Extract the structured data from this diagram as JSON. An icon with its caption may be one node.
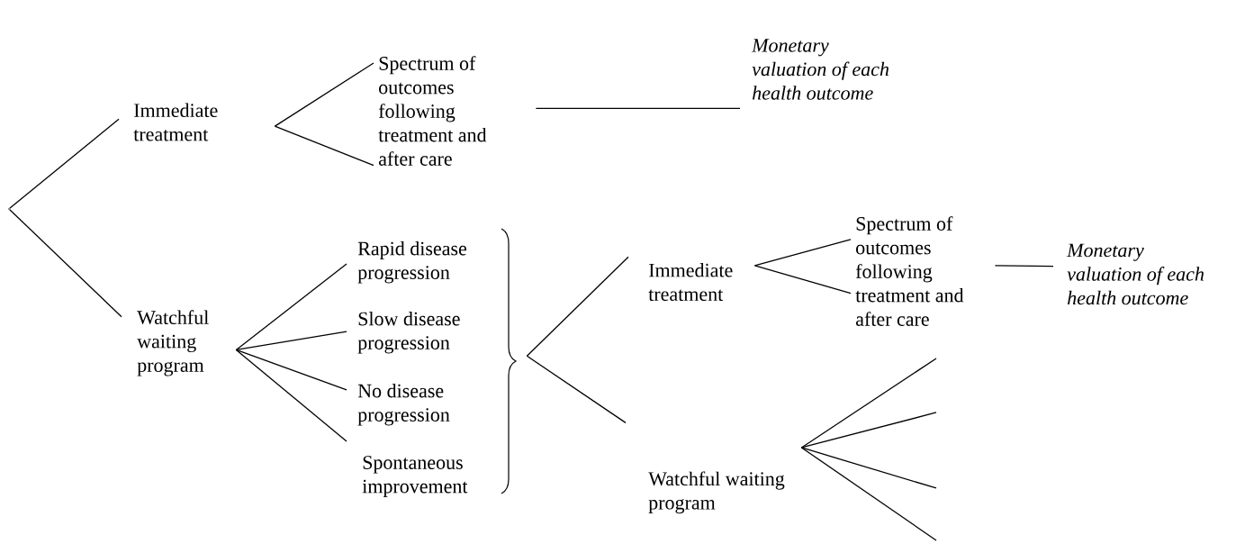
{
  "diagram": {
    "nodes": [
      {
        "text": [],
        "shape": "point"
      },
      {
        "text": [
          "Immediate treatment"
        ]
      },
      {
        "text": [
          "Spectrum of outcomes following treatment and after care"
        ]
      },
      {
        "text": [
          "Monetary valuation of each health outcome"
        ]
      },
      {
        "text": [
          "Watchful waiting program"
        ]
      },
      {
        "text": [
          "Rapid disease progression"
        ]
      },
      {
        "text": [
          "Slow disease progression"
        ]
      },
      {
        "text": [
          "No disease progression"
        ]
      },
      {
        "text": [
          "Spontaneous improvement"
        ]
      },
      {
        "text": [],
        "shape": "brace"
      },
      {
        "text": [
          "Immediate treatment"
        ]
      },
      {
        "text": [
          "Spectrum of outcomes following treatment and after care"
        ]
      },
      {
        "text": [
          "Monetary valuation of each health outcome"
        ]
      },
      {
        "text": [
          "Watchful waiting program"
        ]
      }
    ],
    "edges": [
      {
        "from": 0,
        "to": 1,
        "arrow": "none"
      },
      {
        "from": 0,
        "to": 4,
        "arrow": "none"
      },
      {
        "from": 1,
        "to": 2,
        "arrow": "none"
      },
      {
        "from": 1,
        "to": 2,
        "arrow": "none"
      },
      {
        "from": 2,
        "to": 3,
        "arrow": "none"
      },
      {
        "from": 4,
        "to": 5,
        "arrow": "none"
      },
      {
        "from": 4,
        "to": 6,
        "arrow": "none"
      },
      {
        "from": 4,
        "to": 7,
        "arrow": "none"
      },
      {
        "from": 4,
        "to": 8,
        "arrow": "none"
      },
      {
        "from": 9,
        "to": 10,
        "arrow": "none"
      },
      {
        "from": 9,
        "to": 13,
        "arrow": "none"
      },
      {
        "from": 10,
        "to": 11,
        "arrow": "none"
      },
      {
        "from": 10,
        "to": 11,
        "arrow": "none"
      },
      {
        "from": 11,
        "to": 12,
        "arrow": "none"
      },
      {
        "from": 13,
        "to": null,
        "arrow": "none"
      },
      {
        "from": 13,
        "to": null,
        "arrow": "none"
      },
      {
        "from": 13,
        "to": null,
        "arrow": "none"
      },
      {
        "from": 13,
        "to": null,
        "arrow": "none"
      }
    ]
  }
}
